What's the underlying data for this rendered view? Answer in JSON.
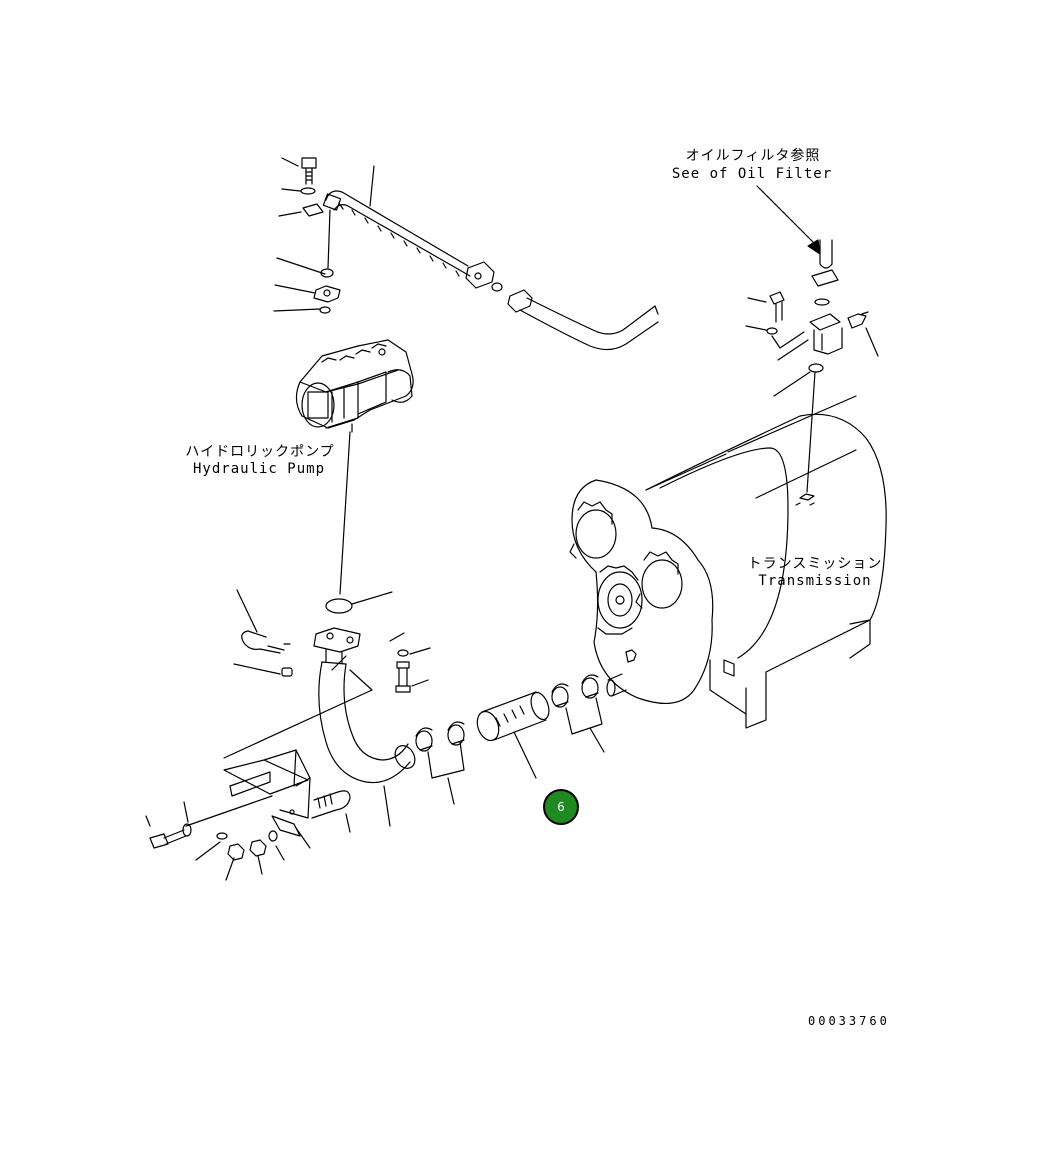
{
  "labels": {
    "oil_filter_jp": "オイルフィルタ参照",
    "oil_filter_en": "See of Oil Filter",
    "pump_jp": "ハイドロリックポンプ",
    "pump_en": "Hydraulic Pump",
    "trans_jp": "トランスミッション",
    "trans_en": "Transmission",
    "drawing_number": "00033760"
  },
  "callouts": [
    {
      "number": "6",
      "color": "#1f8a1f"
    }
  ]
}
